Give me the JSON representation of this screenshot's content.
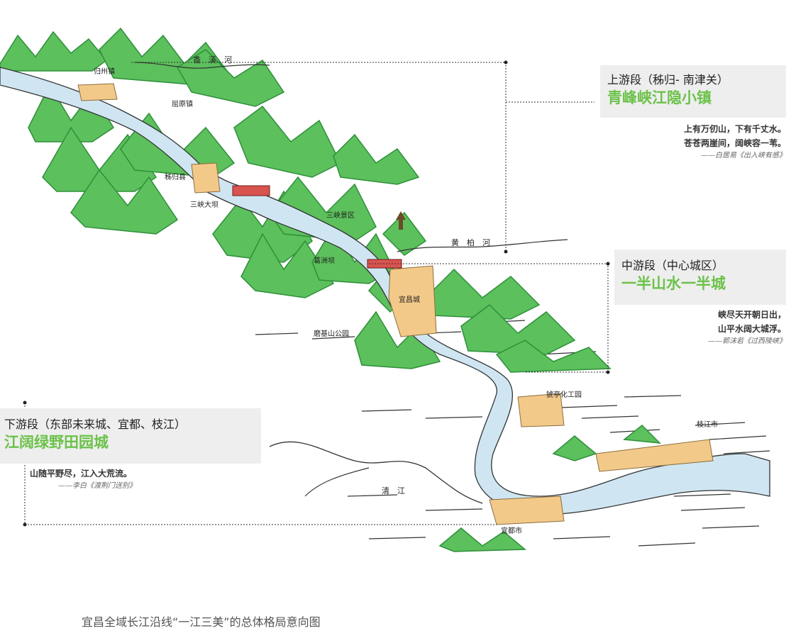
{
  "map_labels": {
    "xiangxi_river": "香　溪　河",
    "guizhou": "归州镇",
    "quyuan": "屈原镇",
    "zigui": "秭归县",
    "sanxia_dam": "三峡大坝",
    "sanxia_scenic": "三峡景区",
    "gezhouba": "葛洲坝",
    "huangbai_river": "黄　柏　河",
    "yichang_city": "宜昌城",
    "mojishan": "磨基山公园",
    "xiaoting": "猇亭化工园",
    "zhijiang": "枝江市",
    "qing_river": "清　江",
    "yidu": "宜都市"
  },
  "upper": {
    "segment": "上游段（秭归- 南津关）",
    "theme": "青峰峡江隐小镇",
    "poem_lines": [
      "上有万仞山，下有千丈水。",
      "苍苍两崖间，阔峡容一苇。"
    ],
    "poem_source": "——白居易《出入峡有感》"
  },
  "middle": {
    "segment": "中游段（中心城区）",
    "theme": "一半山水一半城",
    "poem_lines": [
      "峡尽天开朝日出，",
      "山平水阔大城浮。"
    ],
    "poem_source": "——郭沫若《过西陵峡》"
  },
  "lower": {
    "segment": "下游段（东部未来城、宜都、枝江）",
    "theme": "江阔绿野田园城",
    "poem_lines": [
      "山随平野尽，江入大荒流。"
    ],
    "poem_source": "——李白《渡荆门送别》"
  },
  "caption": "宜昌全域长江沿线“一江三美”的总体格局意向图",
  "colors": {
    "mountain": "#5cc05c",
    "mountain_dark": "#2e8f3a",
    "river": "#cfe6f2",
    "town": "#f3c98a",
    "bridge": "#d9534f",
    "theme_green": "#6cc24a"
  }
}
